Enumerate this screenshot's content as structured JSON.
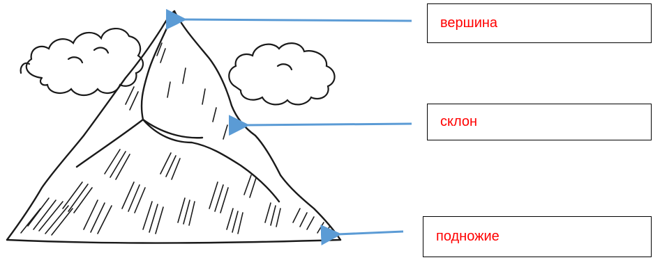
{
  "labels": {
    "peak": "вершина",
    "slope": "склон",
    "foot": "подножие"
  },
  "colors": {
    "label_text": "#ff0000",
    "arrow": "#5b9bd5",
    "sketch": "#1a1a1a"
  },
  "icons": [
    "arrow-left-icon"
  ]
}
